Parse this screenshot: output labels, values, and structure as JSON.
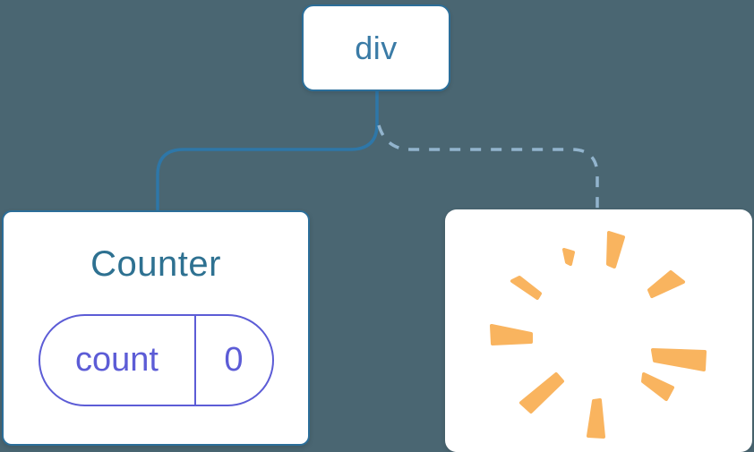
{
  "diagram": {
    "description": "React component tree diagram: div root with a kept Counter child (solid edge) and a removed child shown as a poof (dashed edge)",
    "root": {
      "label": "div"
    },
    "counter": {
      "title": "Counter",
      "state_key": "count",
      "state_value": "0"
    },
    "removed": {
      "icon": "poof-icon"
    }
  },
  "colors": {
    "background": "#4a6672",
    "card_background": "#ffffff",
    "edge_solid": "#2e77a8",
    "edge_dashed": "#92b4cd",
    "node_border": "#2b6e99",
    "node_text_blue": "#3a7ba6",
    "title_text_blue": "#2e7191",
    "state_purple": "#5c5cd6",
    "poof_orange": "#f9b45f"
  }
}
